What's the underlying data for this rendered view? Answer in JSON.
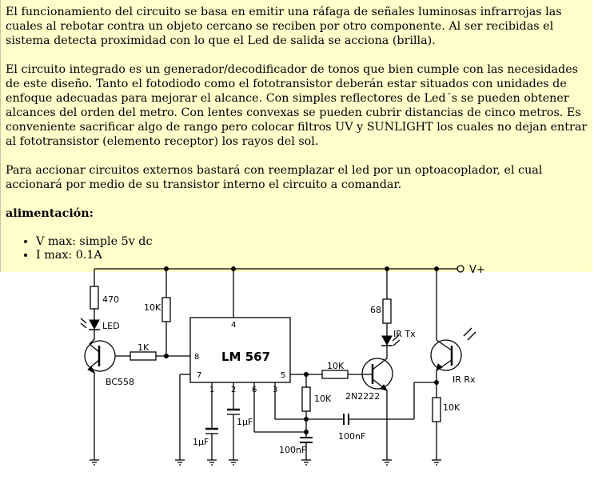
{
  "paragraphs": [
    "El funcionamiento del circuito se basa en emitir una ráfaga de señales luminosas infrarrojas las cuales al rebotar contra un objeto cercano se reciben por otro componente. Al ser recibidas el sistema detecta proximidad con lo que el Led de salida se acciona (brilla).",
    "El circuito integrado es un generador/decodificador de tonos que bien cumple con las necesidades de este diseño. Tanto el fotodiodo como el fototransistor deberán estar situados con unidades de enfoque adecuadas para mejorar el alcance. Con simples reflectores de Led´s se pueden obtener alcances del orden del metro. Con lentes convexas se pueden cubrir distancias de cinco metros. Es conveniente sacrificar algo de rango pero colocar filtros UV y SUNLIGHT los cuales no dejan entrar al fototransistor (elemento receptor) los rayos del sol.",
    "Para accionar circuitos externos bastará con reemplazar el led por un optoacoplador, el cual accionará por medio de su transistor interno el circuito a comandar."
  ],
  "heading": "alimentación:",
  "specs": [
    "V max: simple 5v dc",
    "I  max: 0.1A"
  ],
  "schematic": {
    "supply_label": "V+",
    "ic_name": "LM 567",
    "pins": {
      "p4": "4",
      "p8": "8",
      "p7": "7",
      "p5": "5",
      "p1": "1",
      "p2": "2",
      "p6": "6",
      "p3": "3"
    },
    "r1": "470",
    "led": "LED",
    "r2": "10K",
    "r3": "1K",
    "q1": "BC558",
    "r4": "68",
    "ir_tx": "IR Tx",
    "r5": "10K",
    "q2": "2N2222",
    "r6": "10K",
    "ir_rx": "IR Rx",
    "r7": "10K",
    "c1": "1µF",
    "c2": "1µF",
    "c3": "100nF",
    "c4": "100nF"
  }
}
